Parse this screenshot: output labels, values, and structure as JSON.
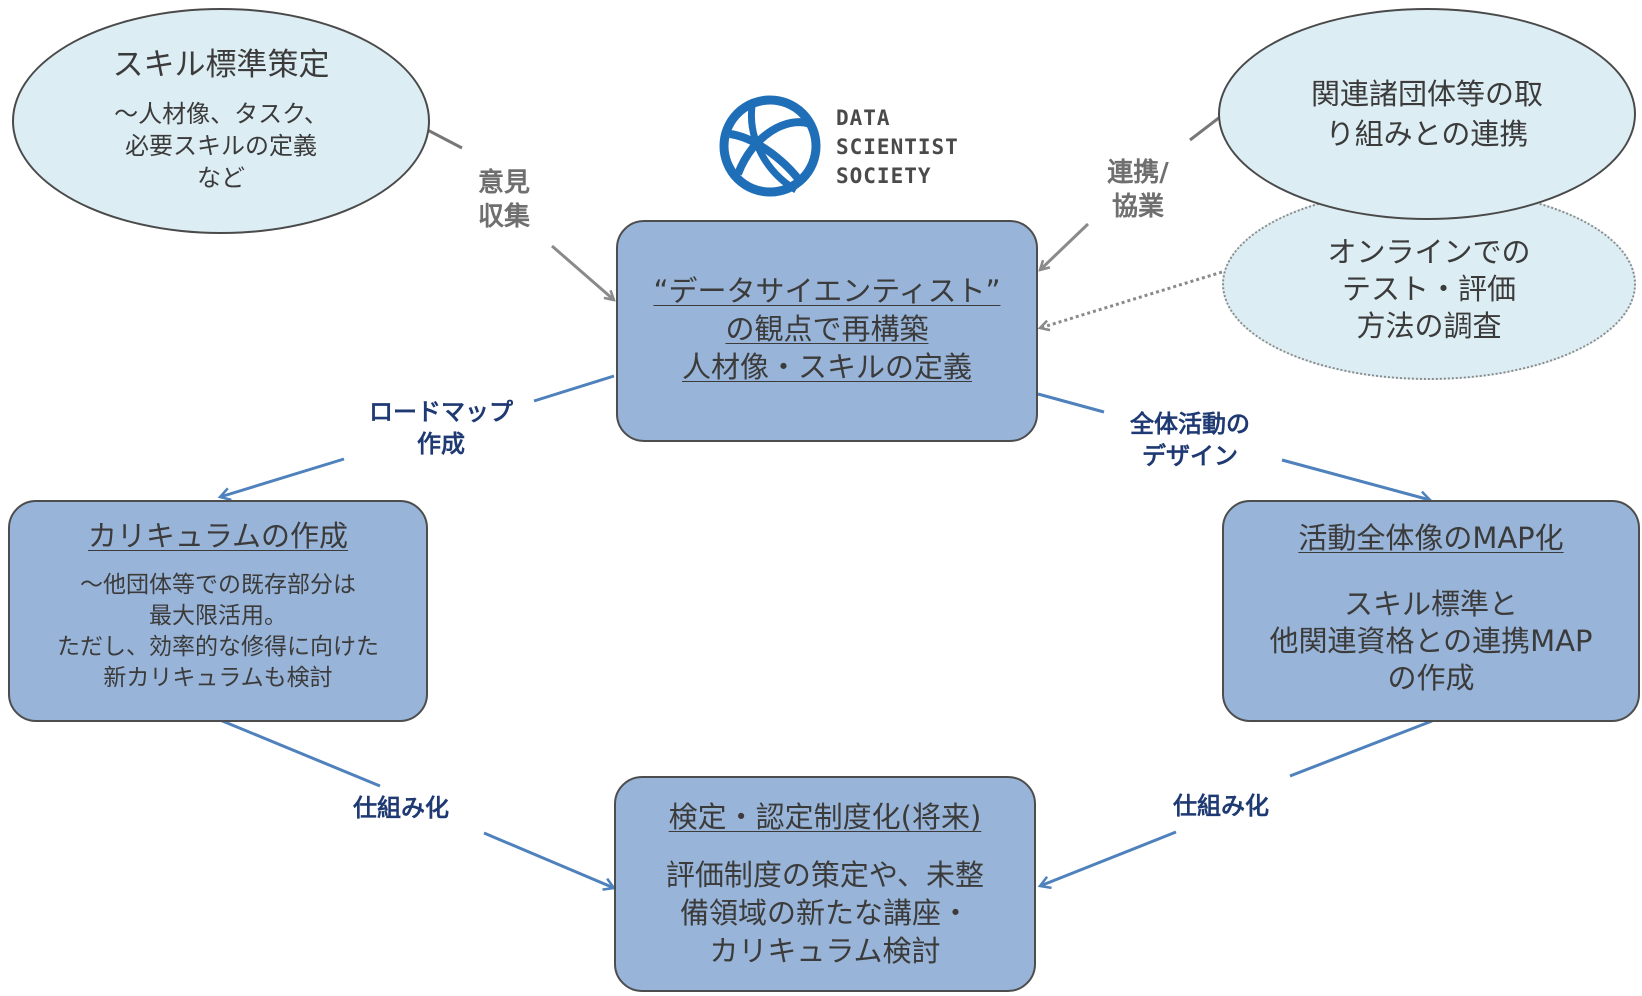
{
  "colors": {
    "ellipse_fill": "#dcedf3",
    "box_fill": "#98b4d8",
    "arrow_grey": "#8a8a8a",
    "arrow_blue": "#4f81bd",
    "label_blue": "#1f3a73",
    "logo_blue": "#1f6fb8"
  },
  "logo": {
    "icon": "globe-icon",
    "lines": [
      "DATA",
      "SCIENTIST",
      "SOCIETY"
    ]
  },
  "nodes": {
    "skill_standard": {
      "title": "スキル標準策定",
      "lines": [
        "～人材像、タスク、",
        "必要スキルの定義",
        "など"
      ]
    },
    "related_orgs": {
      "lines": [
        "関連諸団体等の取",
        "り組みとの連携"
      ]
    },
    "online_test": {
      "lines": [
        "オンラインでの",
        "テスト・評価",
        "方法の調査"
      ]
    },
    "center": {
      "lines": [
        "“データサイエンティスト”",
        "の観点で再構築",
        "人材像・スキルの定義"
      ]
    },
    "curriculum": {
      "title": "カリキュラムの作成",
      "lines": [
        "～他団体等での既存部分は",
        "最大限活用。",
        "ただし、効率的な修得に向けた",
        "新カリキュラムも検討"
      ]
    },
    "activity_map": {
      "title": "活動全体像のMAP化",
      "lines": [
        "スキル標準と",
        "他関連資格との連携MAP",
        "の作成"
      ]
    },
    "certification": {
      "title": "検定・認定制度化(将来)",
      "lines": [
        "評価制度の策定や、未整",
        "備領域の新たな講座・",
        "カリキュラム検討"
      ]
    }
  },
  "labels": {
    "opinion": [
      "意見",
      "収集"
    ],
    "collab": [
      "連携/",
      "協業"
    ],
    "roadmap": [
      "ロードマップ",
      "作成"
    ],
    "design": [
      "全体活動の",
      "デザイン"
    ],
    "mechanize_left": "仕組み化",
    "mechanize_right": "仕組み化"
  }
}
